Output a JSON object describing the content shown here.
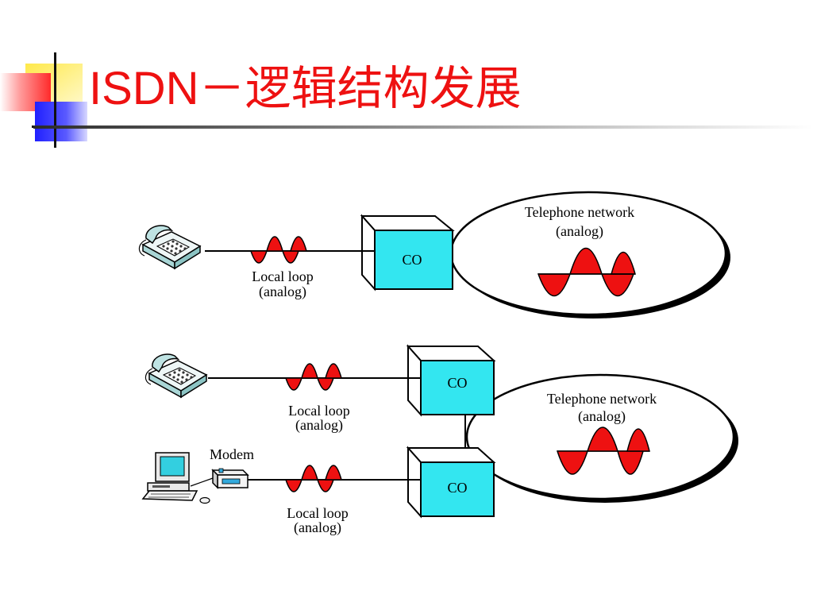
{
  "title": "ISDN－逻辑结构发展",
  "colors": {
    "title": "#ee1111",
    "co_box": "#33e6f0",
    "wave": "#ee1111",
    "line": "#000000"
  },
  "icons": [
    "telephone-icon",
    "computer-icon",
    "modem-icon"
  ],
  "diagram": {
    "top": {
      "local_loop_label": "Local loop",
      "local_loop_sub": "(analog)",
      "co_label": "CO",
      "network_label": "Telephone network",
      "network_sub": "(analog)"
    },
    "bottom": {
      "modem_label": "Modem",
      "phone_loop_label": "Local loop",
      "phone_loop_sub": "(analog)",
      "modem_loop_label": "Local loop",
      "modem_loop_sub": "(analog)",
      "co_upper_label": "CO",
      "co_lower_label": "CO",
      "network_label": "Telephone network",
      "network_sub": "(analog)"
    }
  }
}
